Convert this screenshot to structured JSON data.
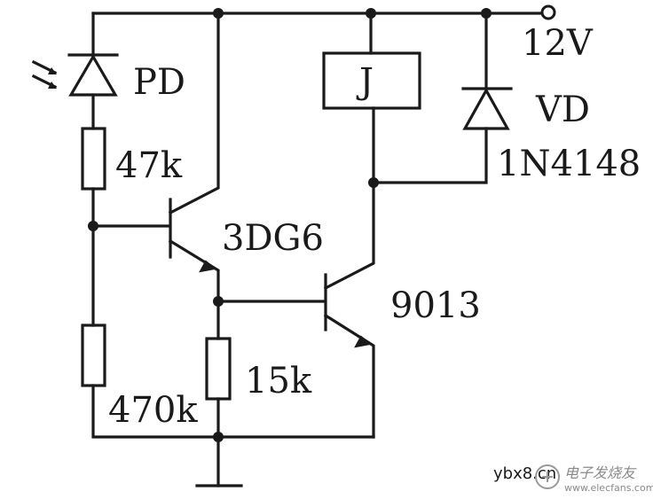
{
  "labels": {
    "supply": "12V",
    "photodiode": "PD",
    "r_top": "47k",
    "transistor1": "3DG6",
    "relay": "J",
    "diode": "VD",
    "diode_part": "1N4148",
    "transistor2": "9013",
    "r_bottom": "470k",
    "r_emitter": "15k"
  },
  "watermark": {
    "site": "ybx8.cn",
    "brand": "电子发烧友",
    "url": "www.elecfans.com"
  }
}
